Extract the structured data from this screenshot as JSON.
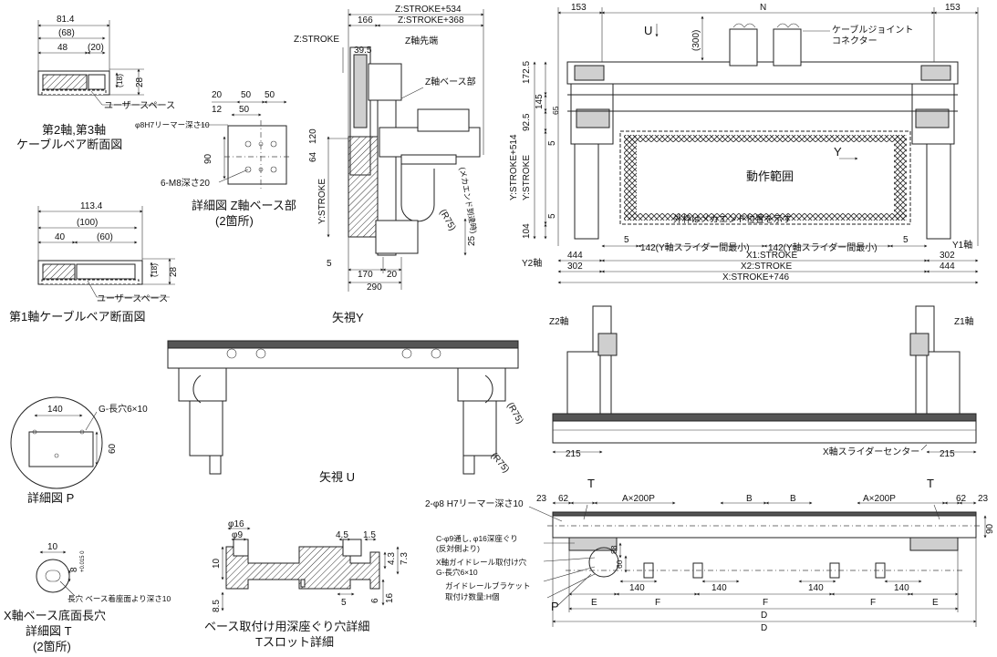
{
  "cable_duct_23": {
    "caption_1": "第2軸,第3軸",
    "caption_2": "ケーブルベア断面図",
    "dim_width": "81.4",
    "dim_inner": "(68)",
    "dim_a": "48",
    "dim_b": "(20)",
    "dim_h1": "(18)",
    "dim_h2": "28",
    "user_space": "ユーザースペース"
  },
  "cable_duct_1": {
    "caption": "第1軸ケーブルベア断面図",
    "dim_width": "113.4",
    "dim_inner": "(100)",
    "dim_a": "40",
    "dim_b": "(60)",
    "dim_h1": "(18)",
    "dim_h2": "28",
    "user_space": "ユーザースペース"
  },
  "z_base_detail": {
    "caption_1": "詳細図 Z軸ベース部",
    "caption_2": "(2箇所)",
    "reamer": "φ8H7リーマー深さ10",
    "tap": "6-M8深さ20",
    "d20": "20",
    "d50a": "50",
    "d50b": "50",
    "d12": "12",
    "d50c": "50",
    "d90": "90"
  },
  "side_view": {
    "z_stroke534": "Z:STROKE+534",
    "z_stroke368": "Z:STROKE+368",
    "d166": "166",
    "z_stroke": "Z:STROKE",
    "z_tip": "Z軸先端",
    "d39_5": "39.5",
    "z_base": "Z軸ベース部",
    "d64": "64",
    "d120": "120",
    "y_stroke": "Y:STROKE",
    "r75": "(R75)",
    "mech_end": "(メカエンド到達時)",
    "d25": "25",
    "d5": "5",
    "d170": "170",
    "d20": "20",
    "d290": "290"
  },
  "top_view": {
    "d153a": "153",
    "n": "N",
    "d153b": "153",
    "u_arrow": "U",
    "d300": "(300)",
    "joint_1": "ケーブルジョイント",
    "joint_2": "コネクター",
    "d172_5": "172.5",
    "d145": "145",
    "d92_5": "92.5",
    "d65": "65",
    "d5a": "5",
    "ys514": "Y:STROKE+514",
    "ys": "Y:STROKE",
    "d104": "104",
    "d5b": "5",
    "y_arrow": "Y",
    "work_area": "動作範囲",
    "outer_frame": "外枠はメカエンド位置を示す",
    "d5c": "5",
    "d5d": "5",
    "slider_min_a": "142(Y軸スライダー間最小)",
    "slider_min_b": "142(Y軸スライダー間最小)",
    "y2": "Y2軸",
    "y1": "Y1軸",
    "d444a": "444",
    "x1_stroke": "X1:STROKE",
    "d302a": "302",
    "x2_stroke": "X2:STROKE",
    "d302b": "302",
    "d444b": "444",
    "x_stroke746": "X:STROKE+746"
  },
  "view_y": {
    "title": "矢視Y",
    "r75a": "(R75)",
    "r75b": "(R75)"
  },
  "view_u": {
    "title": "矢視 U"
  },
  "front_view": {
    "z2": "Z2軸",
    "z1": "Z1軸",
    "d215a": "215",
    "x_center": "X軸スライダーセンター",
    "d215b": "215"
  },
  "detail_p": {
    "caption": "詳細図 P",
    "d140": "140",
    "slot": "G-長穴6×10",
    "d60": "60"
  },
  "detail_t": {
    "caption_1": "X軸ベース底面長穴",
    "caption_2": "詳細図 T",
    "caption_3": "(2箇所)",
    "d10": "10",
    "d8": "8",
    "tol": "+0.015 0",
    "note": "長穴 ベース着座面より深さ10"
  },
  "tslot": {
    "caption_1": "ベース取付け用深座ぐり穴詳細",
    "caption_2": "Tスロット詳細",
    "phi16": "φ16",
    "phi9": "φ9",
    "d4_5": "4.5",
    "d1_5": "1.5",
    "d10": "10",
    "d8_5": "8.5",
    "d4_3": "4.3",
    "d7_3": "7.3",
    "d5": "5",
    "d6": "6",
    "d16": "16"
  },
  "base_view": {
    "reamer": "2-φ8 H7リーマー深さ10",
    "d23a": "23",
    "d62a": "62",
    "t_left": "T",
    "a200a": "A×200P",
    "b1": "B",
    "b2": "B",
    "a200b": "A×200P",
    "t_right": "T",
    "d62b": "62",
    "d23b": "23",
    "d90": "90",
    "counterbore_1": "C-φ9通し, φ16深座ぐり",
    "counterbore_2": "(反対側より)",
    "guide_hole": "X軸ガイドレール取付け穴",
    "slot": "G-長穴6×10",
    "bracket_1": "ガイドレールブラケット",
    "bracket_2": "取付け数量:H個",
    "d88": "88",
    "d60": "60",
    "d140a": "140",
    "d140b": "140",
    "d140c": "140",
    "d140d": "140",
    "p": "P",
    "e1": "E",
    "f1": "F",
    "f2": "F",
    "f3": "F",
    "e2": "E",
    "d_inner": "D",
    "d_outer": "D"
  }
}
